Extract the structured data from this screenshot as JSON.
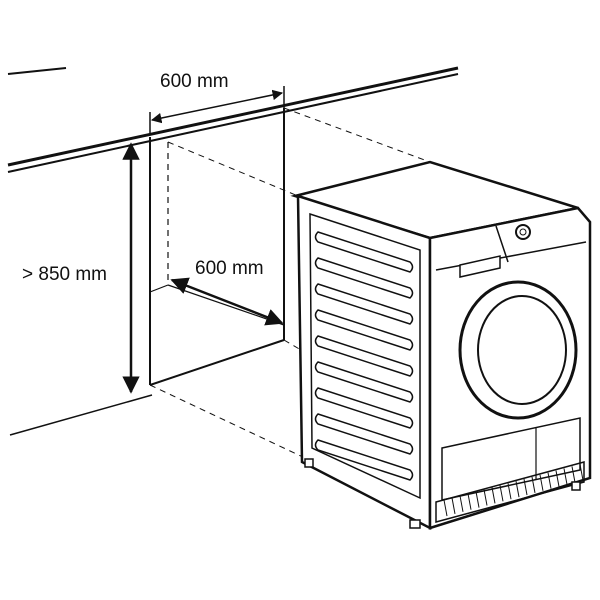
{
  "diagram": {
    "dimensions": {
      "width": "600 mm",
      "depth": "600 mm",
      "height": "> 850 mm"
    },
    "colors": {
      "line": "#111111",
      "background": "#ffffff"
    },
    "icons": [
      "tumble-dryer-illustration",
      "niche-outline",
      "dimension-arrow"
    ]
  }
}
